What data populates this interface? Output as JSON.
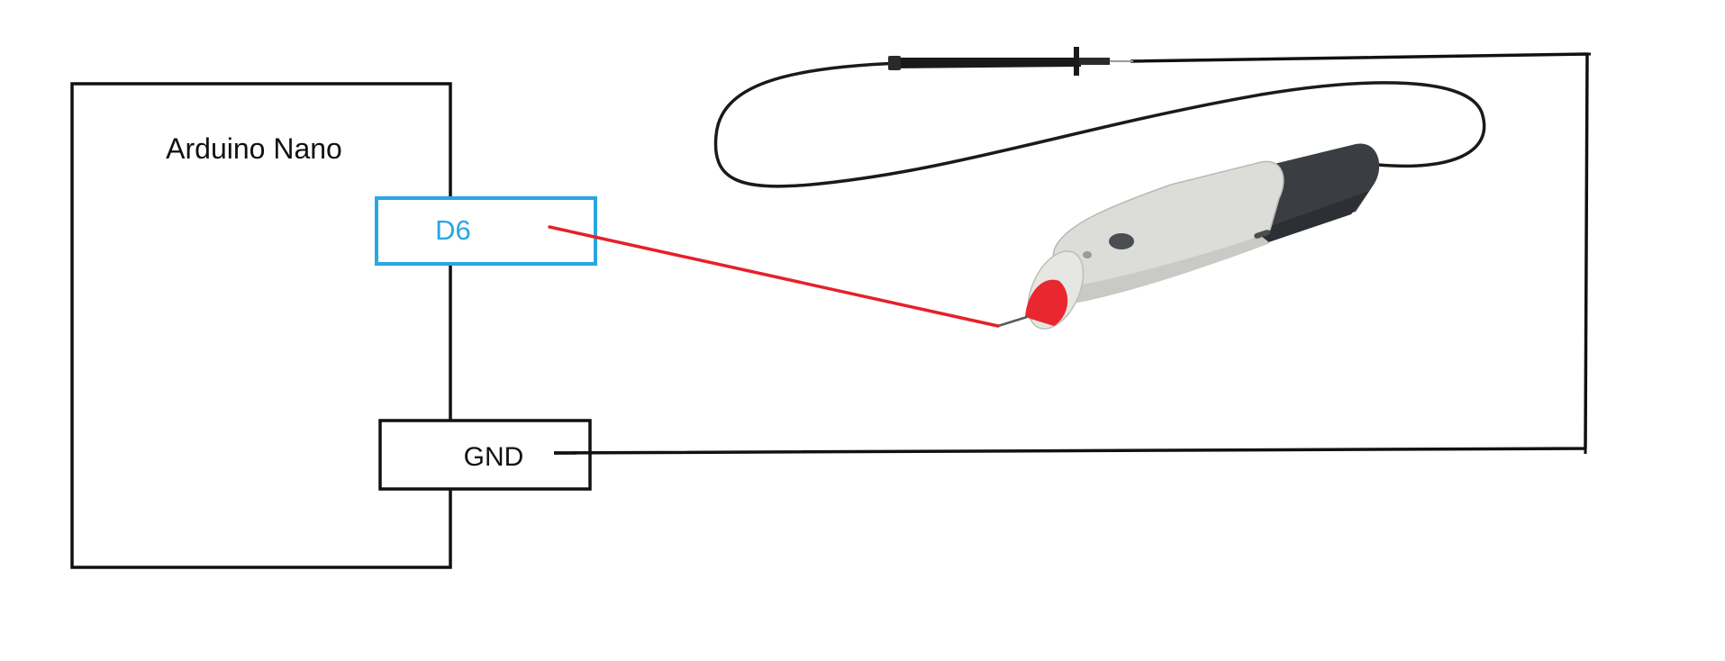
{
  "board": {
    "title": "Arduino Nano"
  },
  "pins": {
    "d6": "D6",
    "gnd": "GND"
  },
  "colors": {
    "background": "#ffffff",
    "outline": "#111111",
    "pin_d6": "#29a7e1",
    "signal_wire": "#e5202b",
    "ground_wire": "#111111",
    "probe_body": "#dcdcd8",
    "probe_dark": "#3a3d42",
    "probe_tip": "#e8282e",
    "probe_cable": "#1a1a1a"
  },
  "icons": {
    "probe": "logic-probe-icon"
  }
}
